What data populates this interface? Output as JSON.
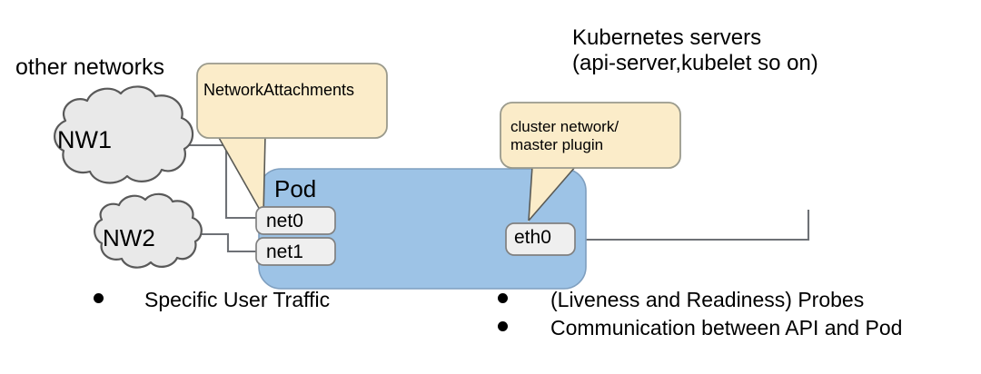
{
  "diagram": {
    "title_labels": {
      "other_networks": "other networks",
      "kubernetes_servers_line1": "Kubernetes servers",
      "kubernetes_servers_line2": "(api-server,kubelet so on)"
    },
    "clouds": [
      {
        "id": "nw1",
        "label": "NW1"
      },
      {
        "id": "nw2",
        "label": "NW2"
      }
    ],
    "pod": {
      "label": "Pod",
      "interfaces": [
        {
          "id": "net0",
          "label": "net0"
        },
        {
          "id": "net1",
          "label": "net1"
        },
        {
          "id": "eth0",
          "label": "eth0"
        }
      ]
    },
    "callouts": [
      {
        "id": "network-attachments",
        "text": "NetworkAttachments"
      },
      {
        "id": "cluster-network",
        "line1": "cluster network/",
        "line2": "master plugin",
        "text": "cluster network/\nmaster plugin"
      }
    ],
    "bullets_left": [
      "Specific User Traffic"
    ],
    "bullets_right": [
      "(Liveness and Readiness) Probes",
      "Communication between API and Pod"
    ],
    "colors": {
      "pod_fill": "#9DC3E6",
      "pod_stroke": "#7F9FBF",
      "callout_fill": "#FBECC9",
      "callout_stroke": "#9A9A8C",
      "cloud_fill": "#E9E9E9",
      "cloud_stroke": "#595959",
      "iface_fill": "#EFEFEF",
      "iface_stroke": "#808080",
      "connector_stroke": "#6E7176",
      "background": "#FFFFFF",
      "text": "#000000"
    }
  }
}
